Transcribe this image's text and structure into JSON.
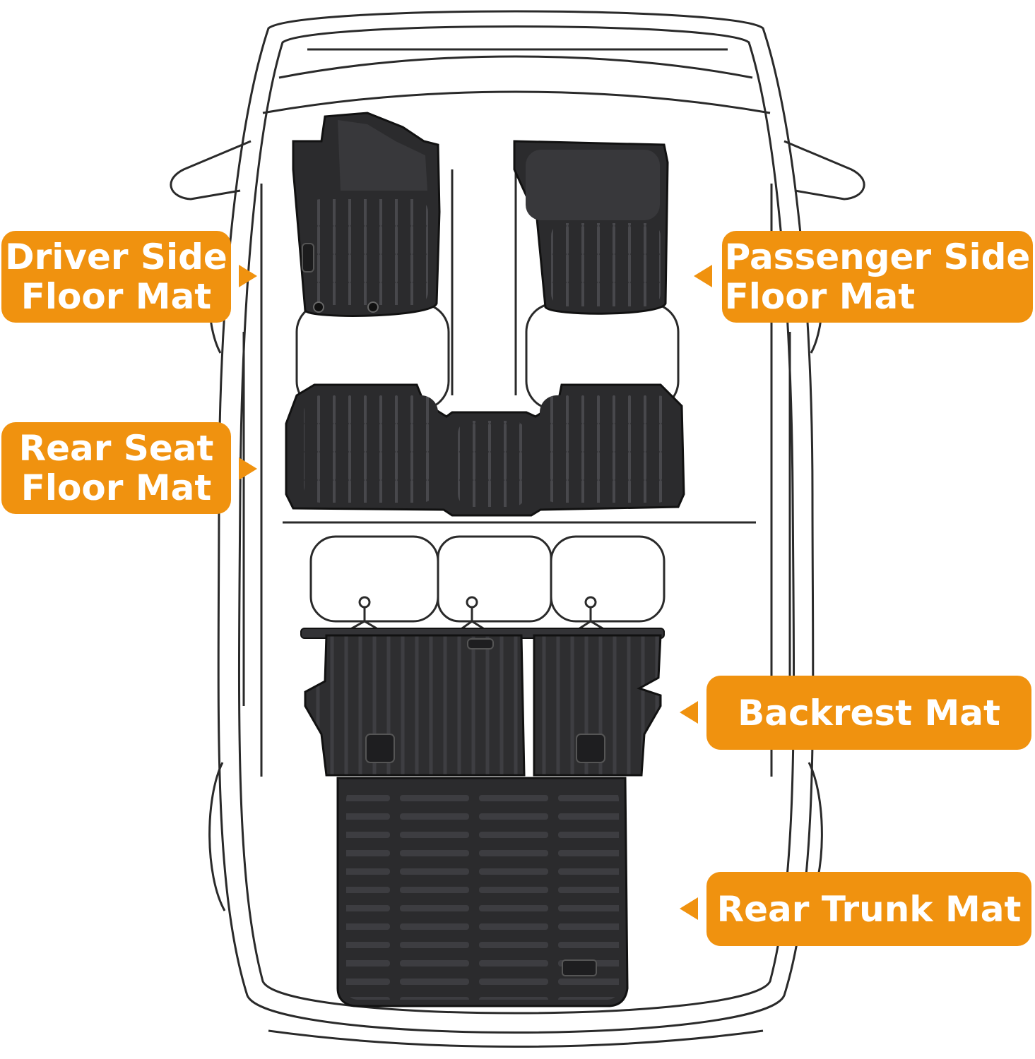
{
  "colors": {
    "callout_bg": "#f0920f",
    "callout_text": "#ffffff",
    "outline": "#2a2a2a",
    "mat": "#2b2b2d",
    "mat_rib": "#444447",
    "background": "#ffffff"
  },
  "labels": {
    "driver": {
      "line1": "Driver Side",
      "line2": "Floor Mat"
    },
    "passenger": {
      "line1": "Passenger Side",
      "line2": "Floor Mat"
    },
    "rear_seat": {
      "line1": "Rear Seat",
      "line2": "Floor Mat"
    },
    "backrest": {
      "line1": "Backrest Mat"
    },
    "trunk": {
      "line1": "Rear Trunk Mat"
    }
  }
}
